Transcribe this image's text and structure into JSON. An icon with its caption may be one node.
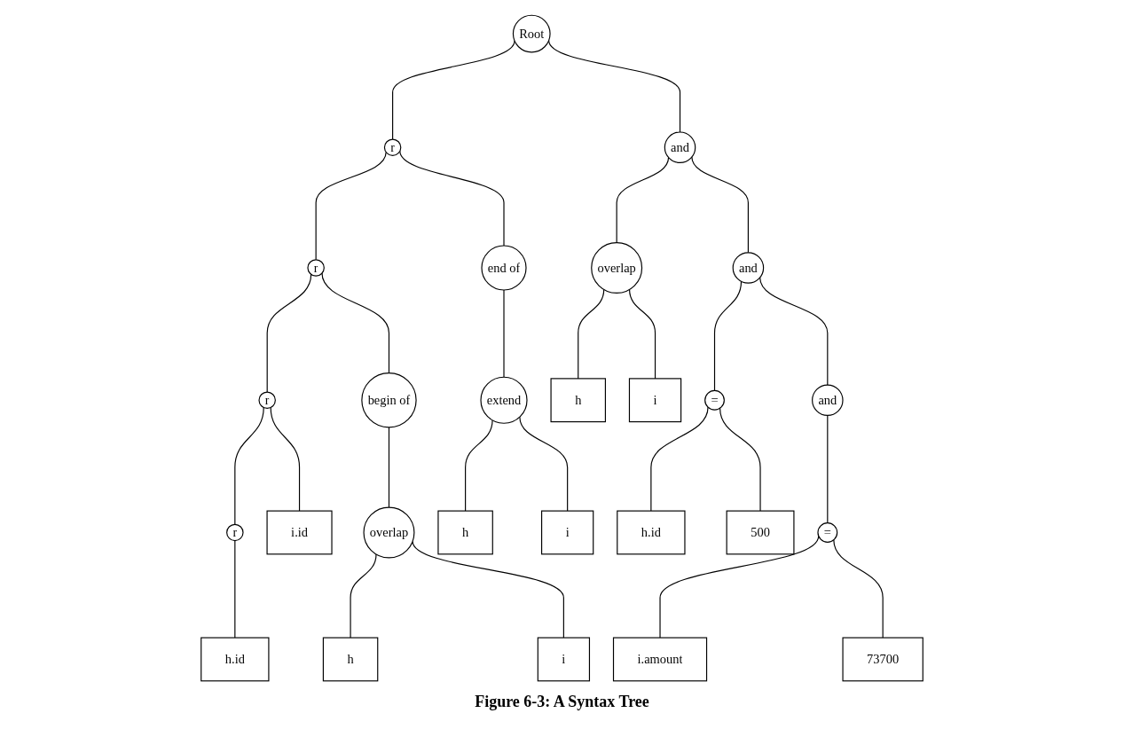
{
  "diagram": {
    "caption": "Figure 6-3: A Syntax Tree",
    "nodes": [
      {
        "text": [
          "Root"
        ]
      },
      {
        "text": [
          "r"
        ]
      },
      {
        "text": [
          "and"
        ]
      },
      {
        "text": [
          "r"
        ]
      },
      {
        "text": [
          "end of"
        ]
      },
      {
        "text": [
          "overlap"
        ]
      },
      {
        "text": [
          "and"
        ]
      },
      {
        "text": [
          "r"
        ]
      },
      {
        "text": [
          "begin of"
        ]
      },
      {
        "text": [
          "extend"
        ]
      },
      {
        "text": [
          "h"
        ]
      },
      {
        "text": [
          "i"
        ]
      },
      {
        "text": [
          "="
        ]
      },
      {
        "text": [
          "and"
        ]
      },
      {
        "text": [
          "r"
        ]
      },
      {
        "text": [
          "i.id"
        ]
      },
      {
        "text": [
          "overlap"
        ]
      },
      {
        "text": [
          "h"
        ]
      },
      {
        "text": [
          "i"
        ]
      },
      {
        "text": [
          "h.id"
        ]
      },
      {
        "text": [
          "500"
        ]
      },
      {
        "text": [
          "="
        ]
      },
      {
        "text": [
          "h.id"
        ]
      },
      {
        "text": [
          "h"
        ]
      },
      {
        "text": [
          "i"
        ]
      },
      {
        "text": [
          "i.amount"
        ]
      },
      {
        "text": [
          "73700"
        ]
      }
    ],
    "edges": [
      {
        "from": 0,
        "to": 1,
        "arrow": "none"
      },
      {
        "from": 1,
        "to": 3,
        "arrow": "none"
      },
      {
        "from": 3,
        "to": 7,
        "arrow": "none"
      },
      {
        "from": 7,
        "to": 14,
        "arrow": "none"
      },
      {
        "from": 14,
        "to": 22,
        "arrow": "none"
      },
      {
        "from": 7,
        "to": 15,
        "arrow": "none"
      },
      {
        "from": 3,
        "to": 8,
        "arrow": "none"
      },
      {
        "from": 8,
        "to": 16,
        "arrow": "none"
      },
      {
        "from": 16,
        "to": 23,
        "arrow": "none"
      },
      {
        "from": 16,
        "to": 24,
        "arrow": "none"
      },
      {
        "from": 1,
        "to": 4,
        "arrow": "none"
      },
      {
        "from": 4,
        "to": 9,
        "arrow": "none"
      },
      {
        "from": 9,
        "to": 17,
        "arrow": "none"
      },
      {
        "from": 9,
        "to": 18,
        "arrow": "none"
      },
      {
        "from": 0,
        "to": 2,
        "arrow": "none"
      },
      {
        "from": 2,
        "to": 5,
        "arrow": "none"
      },
      {
        "from": 5,
        "to": 10,
        "arrow": "none"
      },
      {
        "from": 5,
        "to": 11,
        "arrow": "none"
      },
      {
        "from": 2,
        "to": 6,
        "arrow": "none"
      },
      {
        "from": 6,
        "to": 12,
        "arrow": "none"
      },
      {
        "from": 12,
        "to": 19,
        "arrow": "none"
      },
      {
        "from": 12,
        "to": 20,
        "arrow": "none"
      },
      {
        "from": 6,
        "to": 13,
        "arrow": "none"
      },
      {
        "from": 13,
        "to": 21,
        "arrow": "none"
      },
      {
        "from": 21,
        "to": 25,
        "arrow": "none"
      },
      {
        "from": 21,
        "to": 26,
        "arrow": "none"
      }
    ]
  }
}
